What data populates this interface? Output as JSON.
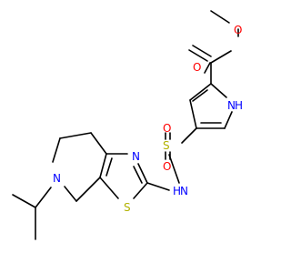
{
  "molecule": {
    "colors": {
      "carbon_bond": "#000000",
      "oxygen": "#ff0000",
      "nitrogen": "#0000ff",
      "sulfur": "#b2b200",
      "background": "#ffffff"
    },
    "labels": {
      "o_carbonyl": "O",
      "o_ester": "O",
      "nh_pyrrole_n": "N",
      "nh_pyrrole_h": "H",
      "n_sulfonamide_n": "N",
      "n_sulfonamide_h": "H",
      "s_sulfonyl": "S",
      "o_sulfonyl_top": "O",
      "o_sulfonyl_bottom": "O",
      "n_thiazole": "N",
      "s_thiazole": "S",
      "n_piperidine": "N"
    }
  }
}
